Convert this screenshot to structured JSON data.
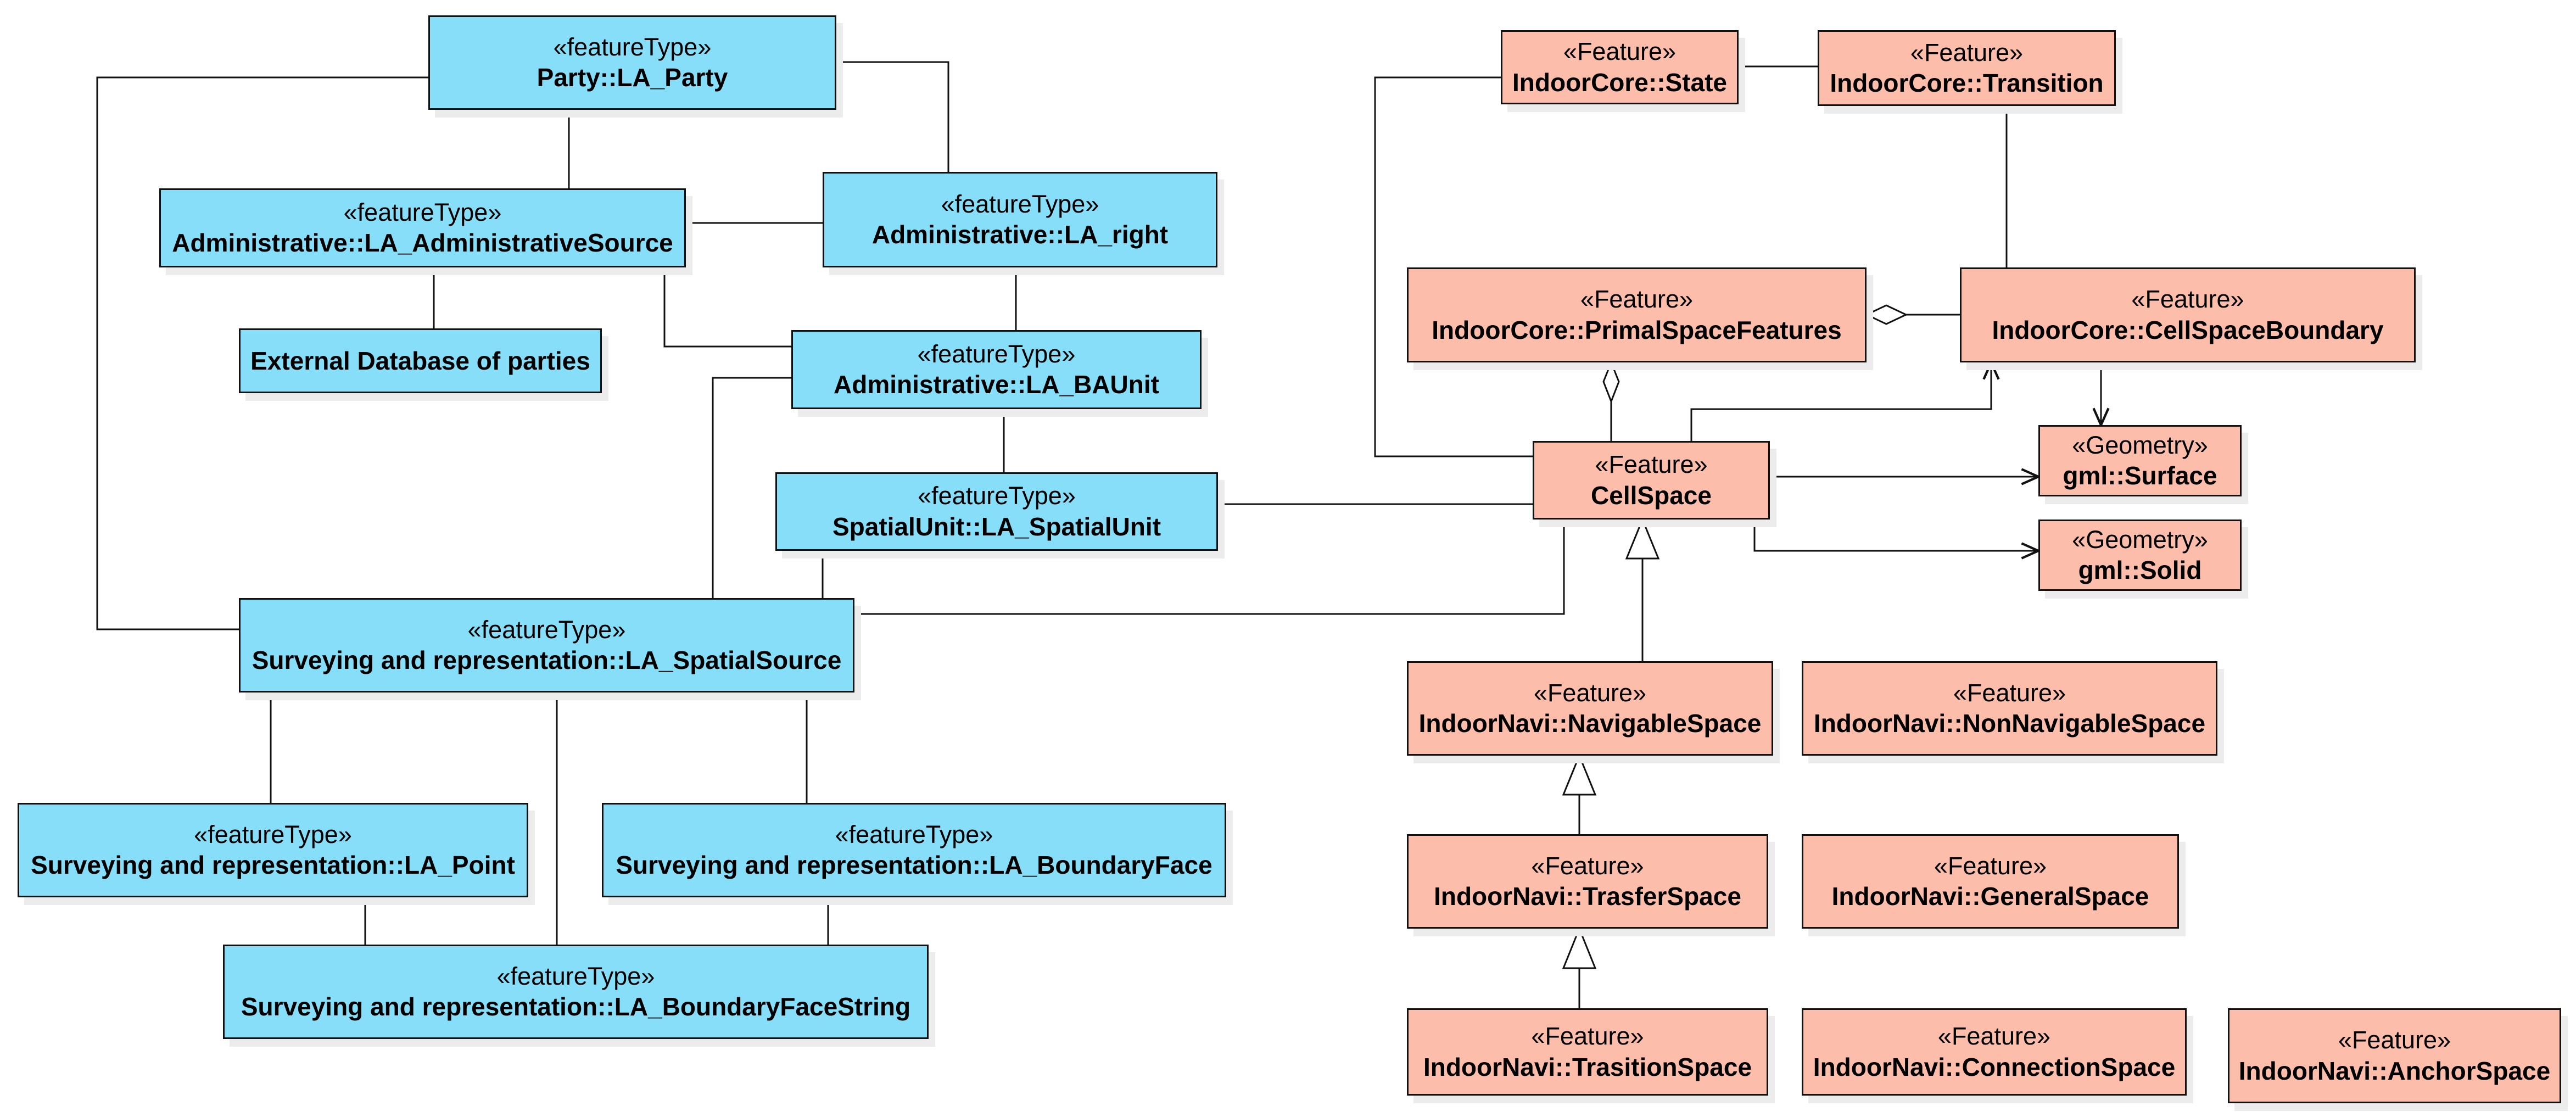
{
  "colors": {
    "feature_type_fill": "#86def8",
    "feature_fill": "#fdbdab",
    "line": "#111111"
  },
  "classes": {
    "la_party": {
      "stereotype": "«featureType»",
      "name": "Party::LA_Party"
    },
    "la_administrative_source": {
      "stereotype": "«featureType»",
      "name": "Administrative::LA_AdministrativeSource"
    },
    "la_right": {
      "stereotype": "«featureType»",
      "name": "Administrative::LA_right"
    },
    "external_db": {
      "name": "External Database of parties"
    },
    "la_baunit": {
      "stereotype": "«featureType»",
      "name": "Administrative::LA_BAUnit"
    },
    "la_spatial_unit": {
      "stereotype": "«featureType»",
      "name": "SpatialUnit::LA_SpatialUnit"
    },
    "la_spatial_source": {
      "stereotype": "«featureType»",
      "name": "Surveying and representation::LA_SpatialSource"
    },
    "la_point": {
      "stereotype": "«featureType»",
      "name": "Surveying and representation::LA_Point"
    },
    "la_boundary_face": {
      "stereotype": "«featureType»",
      "name": "Surveying and representation::LA_BoundaryFace"
    },
    "la_boundary_face_string": {
      "stereotype": "«featureType»",
      "name": "Surveying and representation::LA_BoundaryFaceString"
    },
    "state": {
      "stereotype": "«Feature»",
      "name": "IndoorCore::State"
    },
    "transition": {
      "stereotype": "«Feature»",
      "name": "IndoorCore::Transition"
    },
    "primal_space_features": {
      "stereotype": "«Feature»",
      "name": "IndoorCore::PrimalSpaceFeatures"
    },
    "cell_space_boundary": {
      "stereotype": "«Feature»",
      "name": "IndoorCore::CellSpaceBoundary"
    },
    "cell_space": {
      "stereotype": "«Feature»",
      "name": "CellSpace"
    },
    "gml_surface": {
      "stereotype": "«Geometry»",
      "name": "gml::Surface"
    },
    "gml_solid": {
      "stereotype": "«Geometry»",
      "name": "gml::Solid"
    },
    "navigable_space": {
      "stereotype": "«Feature»",
      "name": "IndoorNavi::NavigableSpace"
    },
    "non_navigable_space": {
      "stereotype": "«Feature»",
      "name": "IndoorNavi::NonNavigableSpace"
    },
    "trasfer_space": {
      "stereotype": "«Feature»",
      "name": "IndoorNavi::TrasferSpace"
    },
    "general_space": {
      "stereotype": "«Feature»",
      "name": "IndoorNavi::GeneralSpace"
    },
    "trasition_space": {
      "stereotype": "«Feature»",
      "name": "IndoorNavi::TrasitionSpace"
    },
    "connection_space": {
      "stereotype": "«Feature»",
      "name": "IndoorNavi::ConnectionSpace"
    },
    "anchor_space": {
      "stereotype": "«Feature»",
      "name": "IndoorNavi::AnchorSpace"
    }
  }
}
